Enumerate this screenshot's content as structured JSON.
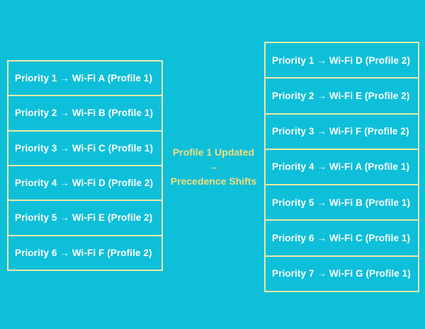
{
  "colors": {
    "background": "#0ebfd9",
    "border": "#eee8a6",
    "row_text": "#ffffff",
    "label_text": "#f1df7b"
  },
  "left_table": {
    "rows": [
      "Priority 1 → Wi-Fi A (Profile 1)",
      "Priority 2 → Wi-Fi B (Profile 1)",
      "Priority 3 → Wi-Fi C (Profile 1)",
      "Priority 4 → Wi-Fi D (Profile 2)",
      "Priority 5 → Wi-Fi E (Profile 2)",
      "Priority 6 → Wi-Fi F (Profile 2)"
    ]
  },
  "right_table": {
    "rows": [
      "Priority 1 → Wi-Fi D (Profile 2)",
      "Priority 2 → Wi-Fi E (Profile 2)",
      "Priority 3 → Wi-Fi F (Profile 2)",
      "Priority 4 → Wi-Fi A (Profile 1)",
      "Priority 5 → Wi-Fi B (Profile 1)",
      "Priority 6 → Wi-Fi C (Profile 1)",
      "Priority 7 → Wi-Fi G (Profile 1)"
    ]
  },
  "center_label": {
    "line1": "Profile 1 Updated",
    "arrow": "→",
    "line2": "Precedence Shifts"
  }
}
